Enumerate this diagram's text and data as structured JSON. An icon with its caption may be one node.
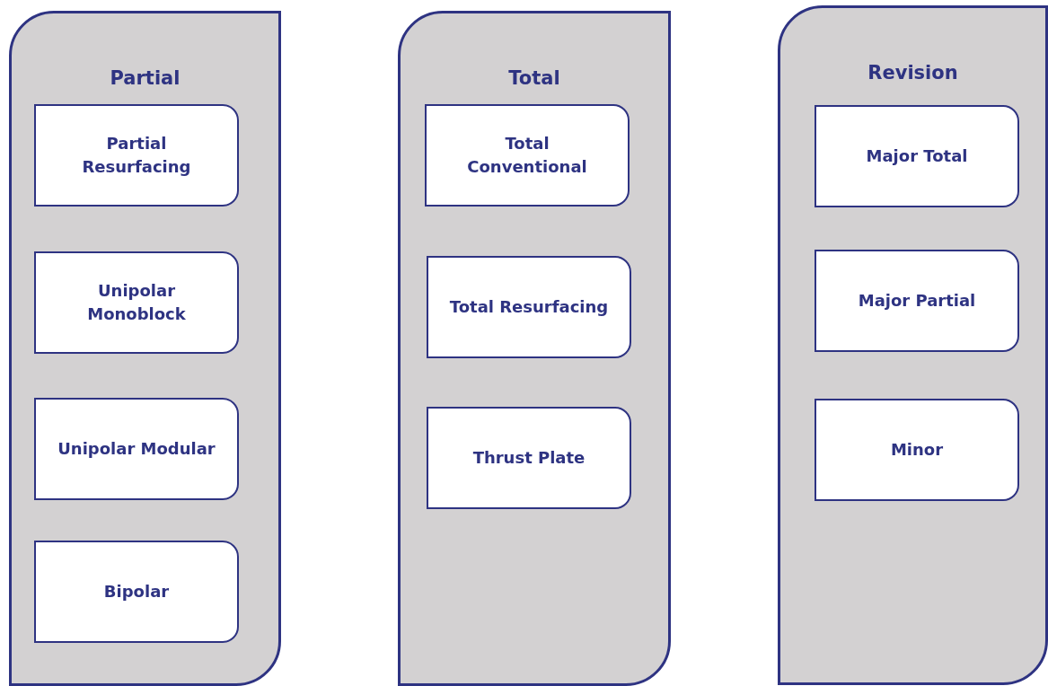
{
  "diagram": {
    "nodes": [
      {
        "text": [
          "Partial"
        ]
      },
      {
        "text": [
          "Partial Resurfacing"
        ],
        "in": 0
      },
      {
        "text": [
          "Unipolar Monoblock"
        ],
        "in": 0
      },
      {
        "text": [
          "Unipolar Modular"
        ],
        "in": 0
      },
      {
        "text": [
          "Bipolar"
        ],
        "in": 0
      },
      {
        "text": [
          "Total"
        ]
      },
      {
        "text": [
          "Total Conventional"
        ],
        "in": 5
      },
      {
        "text": [
          "Total Resurfacing"
        ],
        "in": 5
      },
      {
        "text": [
          "Thrust Plate"
        ],
        "in": 5
      },
      {
        "text": [
          "Revision"
        ]
      },
      {
        "text": [
          "Major Total"
        ],
        "in": 9
      },
      {
        "text": [
          "Major Partial"
        ],
        "in": 9
      },
      {
        "text": [
          "Minor"
        ],
        "in": 9
      }
    ]
  }
}
